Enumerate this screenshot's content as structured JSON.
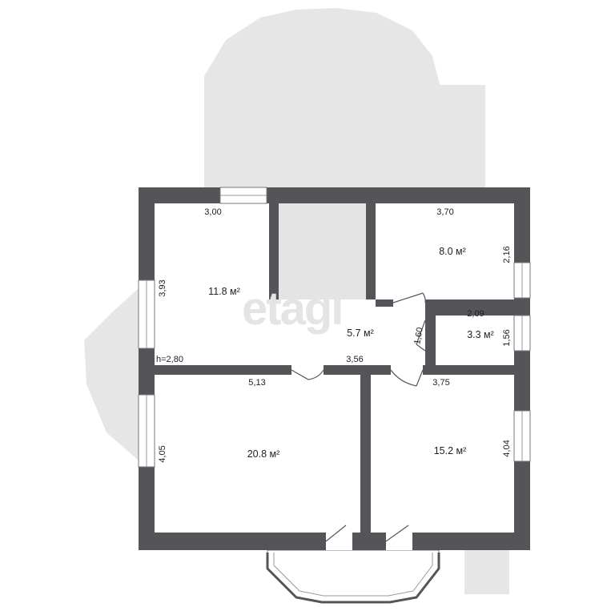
{
  "watermark": "etagi",
  "colors": {
    "wall": "#555559",
    "exterior": "#e6e6e6",
    "floor": "#ffffff",
    "shaft": "#e4e4e4",
    "text": "#222222"
  },
  "rooms": [
    {
      "id": "room-a",
      "area": "11.8 м²"
    },
    {
      "id": "room-b",
      "area": "8.0 м²"
    },
    {
      "id": "hall",
      "area": "5.7 м²"
    },
    {
      "id": "bath",
      "area": "3.3 м²"
    },
    {
      "id": "room-c",
      "area": "20.8 м²"
    },
    {
      "id": "room-d",
      "area": "15.2 м²"
    }
  ],
  "dimensions": {
    "room_a_width": "3,00",
    "room_a_height": "3,93",
    "ceiling_height": "h=2,80",
    "room_b_width": "3,70",
    "room_b_height": "2,16",
    "bath_width": "2,09",
    "bath_height": "1,56",
    "hall_width": "3,56",
    "hall_door": "1,60",
    "room_c_width": "5,13",
    "room_c_height": "4,05",
    "room_d_width": "3,75",
    "room_d_height": "4,04"
  }
}
